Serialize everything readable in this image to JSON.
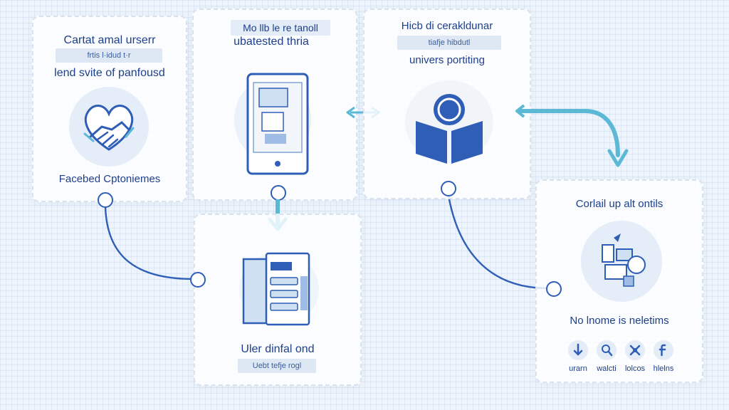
{
  "cards": {
    "c1": {
      "title": "Cartat amal urserr",
      "tag": "frtis l·idud t·r",
      "subtitle": "lend svite of panfousd",
      "caption": "Facebed Cptoniemes",
      "icon": "handshake-heart-icon"
    },
    "c2": {
      "title": "Mo llb le re tanoll",
      "subtitle": "ubatested thria",
      "icon": "tablet-icon"
    },
    "c3": {
      "title": "Hicb di cerakldunar",
      "tag": "tiafje hibdutl",
      "subtitle": "univers portiting",
      "icon": "open-book-icon"
    },
    "c4": {
      "title": "Uler dinfal ond",
      "tag": "Uebt tefje rogl",
      "icon": "server-rack-icon"
    },
    "c5": {
      "title": "Corlail up alt ontils",
      "subtitle": "No lnome is neletims",
      "icon": "devices-cluster-icon",
      "social": [
        {
          "icon": "download-icon",
          "label": "urarn"
        },
        {
          "icon": "user-search-icon",
          "label": "walcti"
        },
        {
          "icon": "tools-icon",
          "label": "lolcos"
        },
        {
          "icon": "facebook-icon",
          "label": "hlelns"
        }
      ]
    }
  },
  "colors": {
    "primary": "#2f5eb6",
    "accent": "#5bb9d6",
    "text": "#1d3f8c"
  }
}
